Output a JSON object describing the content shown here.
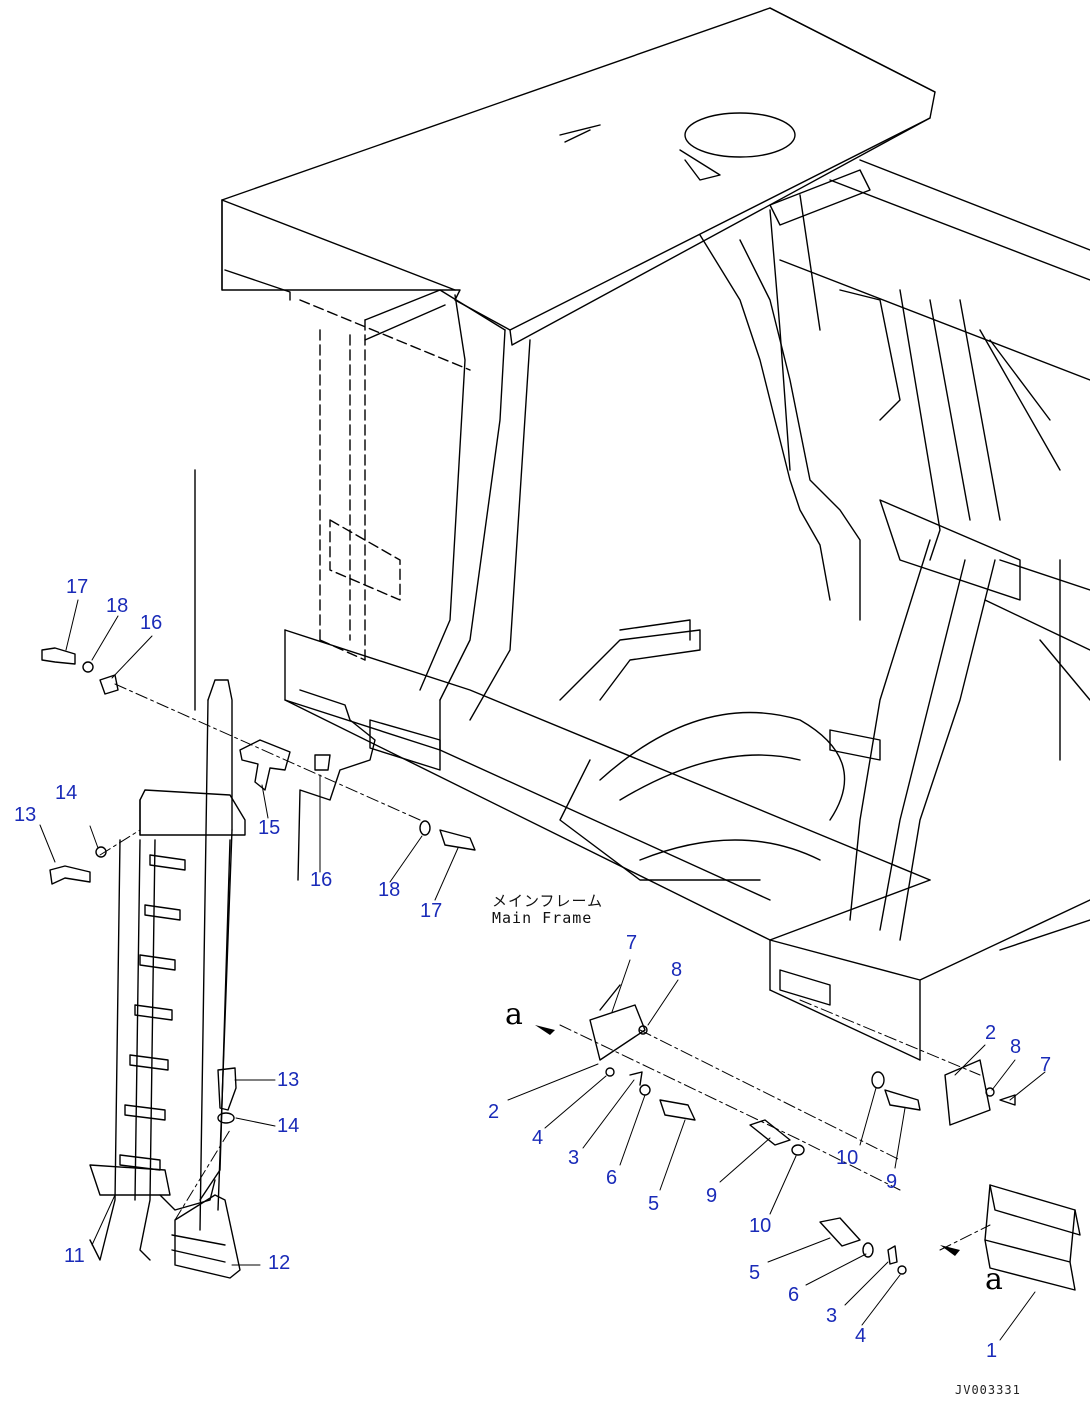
{
  "main_frame_label": {
    "ja": "メインフレーム",
    "en": "Main Frame"
  },
  "view_reference": "a",
  "drawing_code": "JV003331",
  "callout_color": "#1a2bb8",
  "callouts": [
    "17",
    "18",
    "16",
    "13",
    "14",
    "15",
    "16",
    "18",
    "17",
    "11",
    "13",
    "14",
    "12",
    "7",
    "8",
    "2",
    "4",
    "3",
    "6",
    "5",
    "9",
    "10",
    "2",
    "8",
    "7",
    "10",
    "9",
    "5",
    "6",
    "3",
    "4",
    "1"
  ]
}
